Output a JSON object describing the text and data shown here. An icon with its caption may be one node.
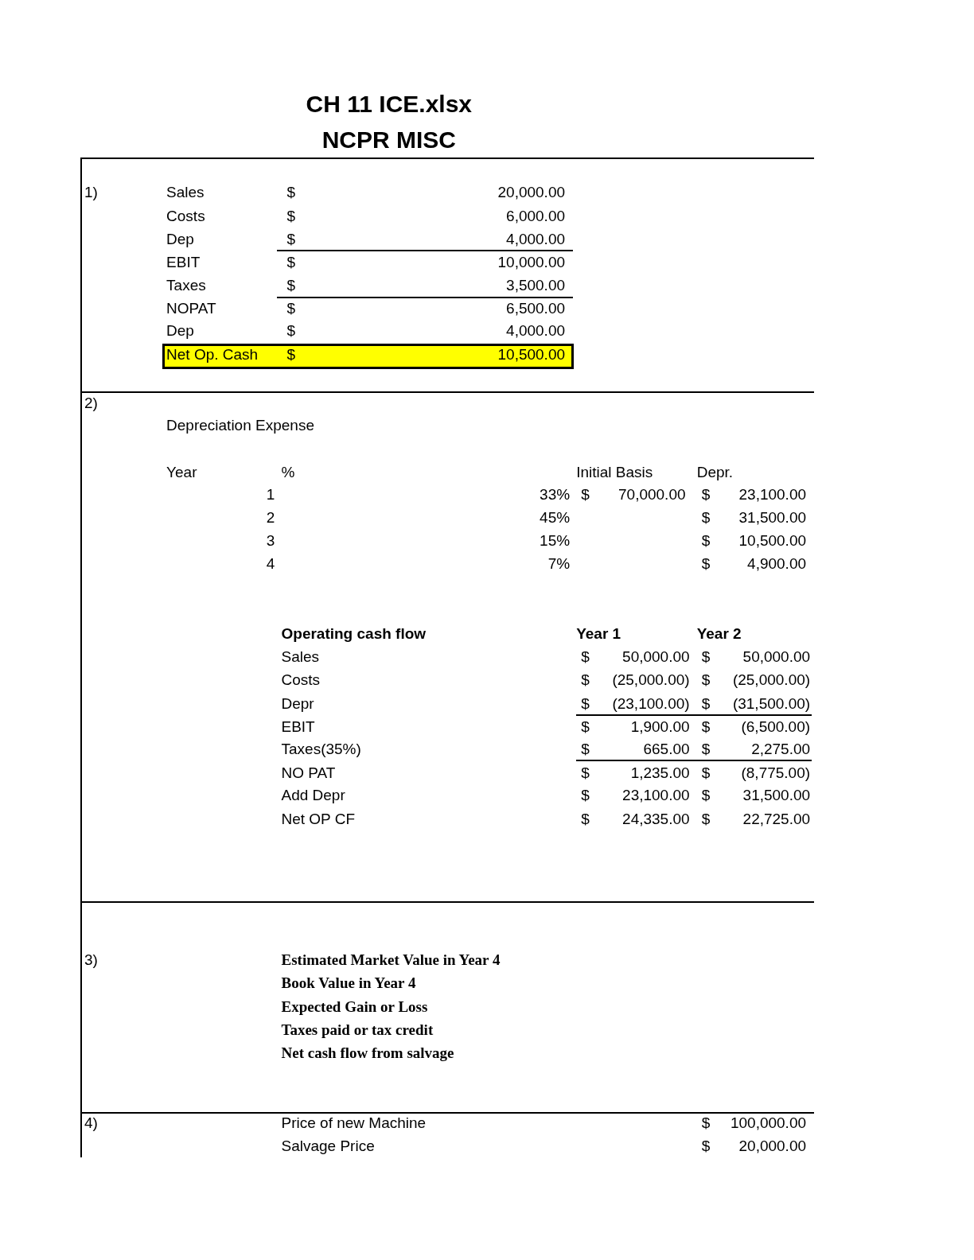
{
  "diagram": {
    "title": "CH 11 ICE.xlsx",
    "labels": [
      "NCPR MISC",
      "1)",
      "Sales",
      "$",
      "20,000.00",
      "Costs",
      "$",
      "6,000.00",
      "Dep",
      "$",
      "4,000.00",
      "EBIT",
      "$",
      "10,000.00",
      "Taxes",
      "$",
      "3,500.00",
      "NOPAT",
      "$",
      "6,500.00",
      "Dep",
      "$",
      "4,000.00",
      "Net Op. Cash",
      "$",
      "10,500.00",
      "2)",
      "Depreciation Expense",
      "Year",
      "%",
      "Initial Basis",
      "Depr.",
      "1",
      "33%",
      "$",
      "70,000.00",
      "$",
      "23,100.00",
      "2",
      "45%",
      "$",
      "31,500.00",
      "3",
      "15%",
      "$",
      "10,500.00",
      "4",
      "7%",
      "$",
      "4,900.00",
      "Operating cash flow",
      "Year 1",
      "Year 2",
      "Sales",
      "$",
      "50,000.00",
      "$",
      "50,000.00",
      "Costs",
      "$",
      "(25,000.00)",
      "$",
      "(25,000.00)",
      "Depr",
      "$",
      "(23,100.00)",
      "$",
      "(31,500.00)",
      "EBIT",
      "$",
      "1,900.00",
      "$",
      "(6,500.00)",
      "Taxes(35%)",
      "$",
      "665.00",
      "$",
      "2,275.00",
      "NO PAT",
      "$",
      "1,235.00",
      "$",
      "(8,775.00)",
      "Add Depr",
      "$",
      "23,100.00",
      "$",
      "31,500.00",
      "Net OP CF",
      "$",
      "24,335.00",
      "$",
      "22,725.00",
      "3)",
      "Estimated Market Value in Year 4",
      "Book Value in Year 4",
      "Expected Gain or Loss",
      "Taxes paid or tax credit",
      "Net cash flow from salvage",
      "4)",
      "Price of new Machine",
      "$",
      "100,000.00",
      "Salvage Price",
      "$",
      "20,000.00"
    ]
  }
}
